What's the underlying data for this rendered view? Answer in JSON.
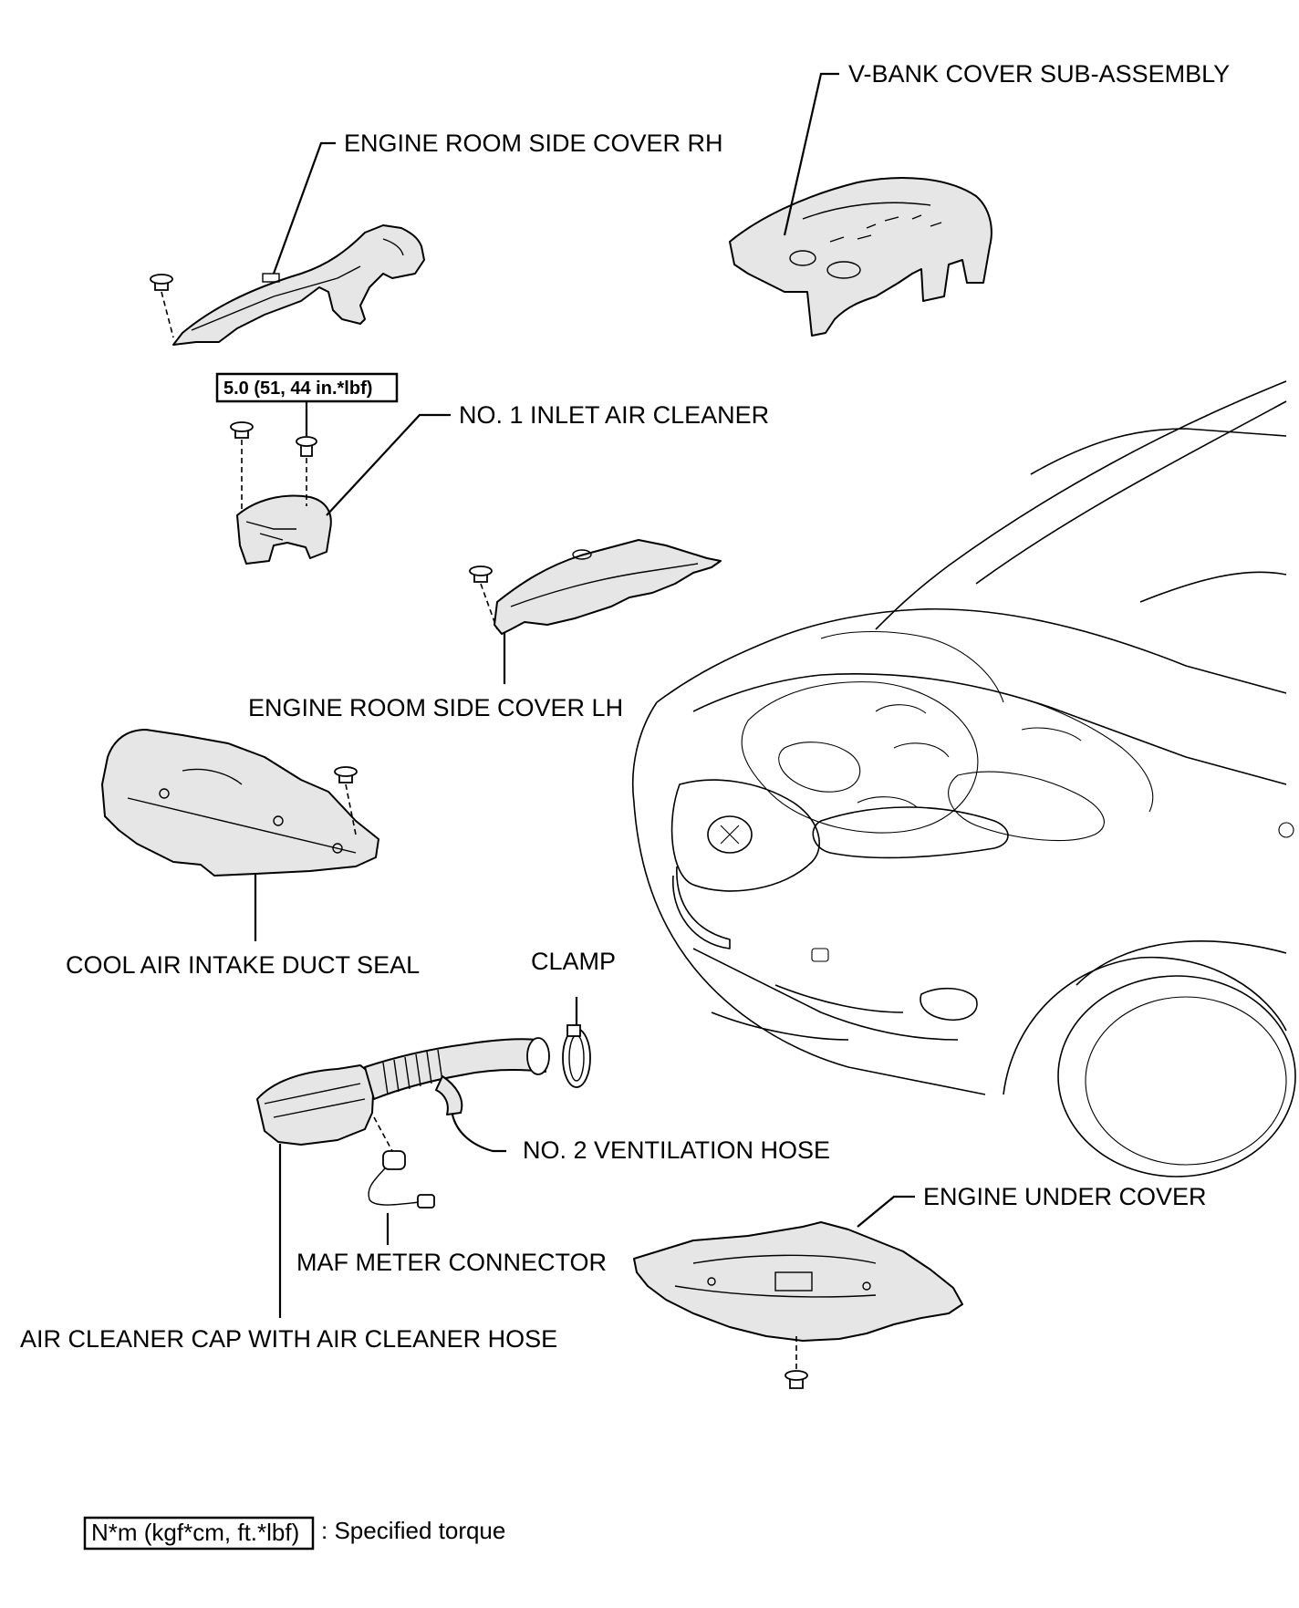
{
  "labels": {
    "v_bank_cover": "V-BANK COVER SUB-ASSEMBLY",
    "engine_room_side_cover_rh": "ENGINE ROOM SIDE COVER RH",
    "no1_inlet_air_cleaner": "NO. 1 INLET AIR CLEANER",
    "engine_room_side_cover_lh": "ENGINE ROOM SIDE COVER LH",
    "cool_air_intake_duct_seal": "COOL AIR INTAKE DUCT SEAL",
    "clamp": "CLAMP",
    "no2_ventilation_hose": "NO. 2 VENTILATION HOSE",
    "engine_under_cover": "ENGINE UNDER COVER",
    "maf_meter_connector": "MAF METER CONNECTOR",
    "air_cleaner_cap": "AIR CLEANER CAP WITH AIR CLEANER HOSE"
  },
  "torque_spec": "5.0 (51, 44 in.*lbf)",
  "legend": {
    "box_text": "N*m (kgf*cm, ft.*lbf)",
    "description": ": Specified torque"
  }
}
